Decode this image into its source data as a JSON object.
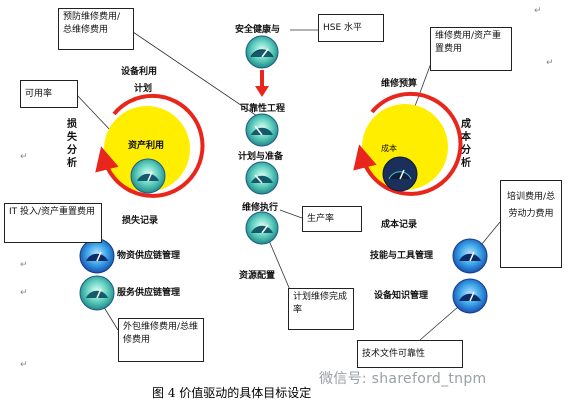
{
  "labels": {
    "safety": "安全健康与",
    "reliability": "可靠性工程",
    "planning": "计划与准备",
    "execution": "维修执行",
    "resource": "资源配置",
    "equip_util": "设备利用",
    "plan": "计划",
    "asset_util": "资产利用",
    "loss_record": "损失记录",
    "loss_analysis": "损失分析",
    "maint_budget": "维修预算",
    "cost": "成本",
    "cost_analysis": "成本分析",
    "cost_record": "成本记录",
    "material_supply": "物资供应链管理",
    "service_supply": "服务供应链管理",
    "skill_tools": "技能与工具管理",
    "equip_knowledge": "设备知识管理"
  },
  "boxes": {
    "preventive": "预防维修费用/总维修费用",
    "hse": "HSE 水平",
    "maint_cost_asset": "维修费用/资产重置费用",
    "availability": "可用率",
    "it_invest": "IT 投入/资产重置费用",
    "production": "生产率",
    "plan_completion": "计划维修完成率",
    "outsource": "外包维修费用/总维修费用",
    "training": "培训费用/总劳动力费用",
    "tech_doc": "技术文件可靠性"
  },
  "caption": "图 4  价值驱动的具体目标设定",
  "watermark": "微信号: shareford_tnpm",
  "para_mark": "↵",
  "colors": {
    "cycle_red": "#e8261c",
    "cycle_yellow": "#ffee00",
    "gauge_blue": "#1f62c8",
    "gauge_teal": "#2fb5a2",
    "gauge_green": "#3cc36a"
  }
}
